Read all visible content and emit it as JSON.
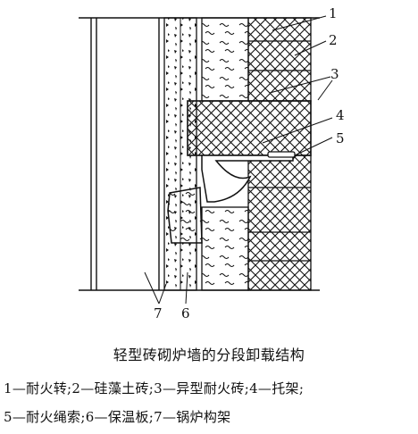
{
  "callouts": [
    "1",
    "2",
    "3",
    "4",
    "5",
    "6",
    "7"
  ],
  "caption": "轻型砖砌炉墙的分段卸载结构",
  "legend": {
    "line1": "1—耐火转;2—硅藻土砖;3—异型耐火砖;4—托架;",
    "line2": "5—耐火绳索;6—保温板;7—锅炉构架"
  }
}
